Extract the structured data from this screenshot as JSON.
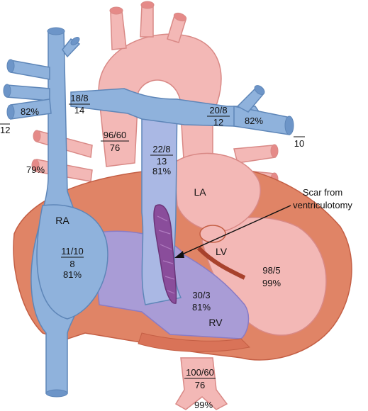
{
  "colors": {
    "venous_blue": "#8fb2dc",
    "venous_edge": "#5e86b8",
    "arterial_pink": "#f3b8b6",
    "arterial_edge": "#d98986",
    "myocardium": "#e08466",
    "myocardium_dark": "#c45f45",
    "rv_purple": "#a99cd6",
    "scar_purple": "#8a4d9b",
    "pointer": "#111111"
  },
  "labels": {
    "svc_left_pressure": "18/8",
    "svc_left_mean": "14",
    "svc_left_sat": "82%",
    "svc_left_small": "12",
    "rpa_pressure": "20/8",
    "rpa_mean": "12",
    "rpa_sat": "82%",
    "rpa_small": "10",
    "aorta_pressure": "96/60",
    "aorta_mean": "76",
    "pa_pressure": "22/8",
    "pa_mean": "13",
    "pa_sat": "81%",
    "ivc_sat": "79%",
    "ra_label": "RA",
    "ra_pressure": "11/10",
    "ra_mean": "8",
    "ra_sat": "81%",
    "la_label": "LA",
    "lv_label": "LV",
    "lv_pressure": "98/5",
    "lv_sat": "99%",
    "rv_pressure": "30/3",
    "rv_sat": "81%",
    "rv_label": "RV",
    "scar_line1": "Scar from",
    "scar_line2": "ventriculotomy",
    "desc_aorta_pressure": "100/60",
    "desc_aorta_mean": "76",
    "desc_aorta_sat": "99%"
  }
}
